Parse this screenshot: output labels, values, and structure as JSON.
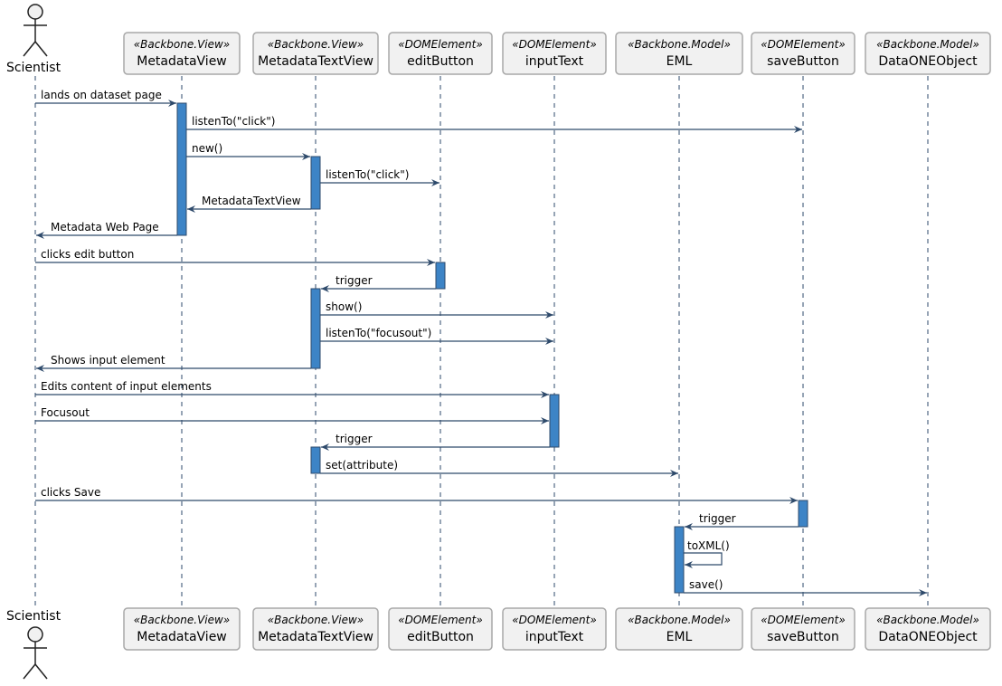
{
  "actor": {
    "name": "Scientist"
  },
  "participants": [
    {
      "id": "metadata_view",
      "stereotype": "«Backbone.View»",
      "name": "MetadataView"
    },
    {
      "id": "metadata_text_view",
      "stereotype": "«Backbone.View»",
      "name": "MetadataTextView"
    },
    {
      "id": "edit_button",
      "stereotype": "«DOMElement»",
      "name": "editButton"
    },
    {
      "id": "input_text",
      "stereotype": "«DOMElement»",
      "name": "inputText"
    },
    {
      "id": "eml",
      "stereotype": "«Backbone.Model»",
      "name": "EML"
    },
    {
      "id": "save_button",
      "stereotype": "«DOMElement»",
      "name": "saveButton"
    },
    {
      "id": "dataone_object",
      "stereotype": "«Backbone.Model»",
      "name": "DataONEObject"
    }
  ],
  "messages": [
    {
      "from": "scientist",
      "to": "metadata_view",
      "label": "lands on dataset page"
    },
    {
      "from": "metadata_view",
      "to": "save_button",
      "label": "listenTo(\"click\")"
    },
    {
      "from": "metadata_view",
      "to": "metadata_text_view",
      "label": "new()"
    },
    {
      "from": "metadata_text_view",
      "to": "edit_button",
      "label": "listenTo(\"click\")"
    },
    {
      "from": "metadata_text_view",
      "to": "metadata_view",
      "label": "MetadataTextView"
    },
    {
      "from": "metadata_view",
      "to": "scientist",
      "label": "Metadata Web Page"
    },
    {
      "from": "scientist",
      "to": "edit_button",
      "label": "clicks edit button"
    },
    {
      "from": "edit_button",
      "to": "metadata_text_view",
      "label": "trigger"
    },
    {
      "from": "metadata_text_view",
      "to": "input_text",
      "label": "show()"
    },
    {
      "from": "metadata_text_view",
      "to": "input_text",
      "label": "listenTo(\"focusout\")"
    },
    {
      "from": "metadata_text_view",
      "to": "scientist",
      "label": "Shows input element"
    },
    {
      "from": "scientist",
      "to": "input_text",
      "label": "Edits content of input elements"
    },
    {
      "from": "scientist",
      "to": "input_text",
      "label": "Focusout"
    },
    {
      "from": "input_text",
      "to": "metadata_text_view",
      "label": "trigger"
    },
    {
      "from": "metadata_text_view",
      "to": "eml",
      "label": "set(attribute)"
    },
    {
      "from": "scientist",
      "to": "save_button",
      "label": "clicks Save"
    },
    {
      "from": "save_button",
      "to": "eml",
      "label": "trigger"
    },
    {
      "from": "eml",
      "to": "eml",
      "label": "toXML()"
    },
    {
      "from": "eml",
      "to": "dataone_object",
      "label": "save()"
    }
  ],
  "colors": {
    "line": "#2e4a6b",
    "activation": "#3d84c6",
    "participant_fill": "#f1f1f1",
    "participant_border": "#a8a8a8",
    "text": "#000000"
  }
}
